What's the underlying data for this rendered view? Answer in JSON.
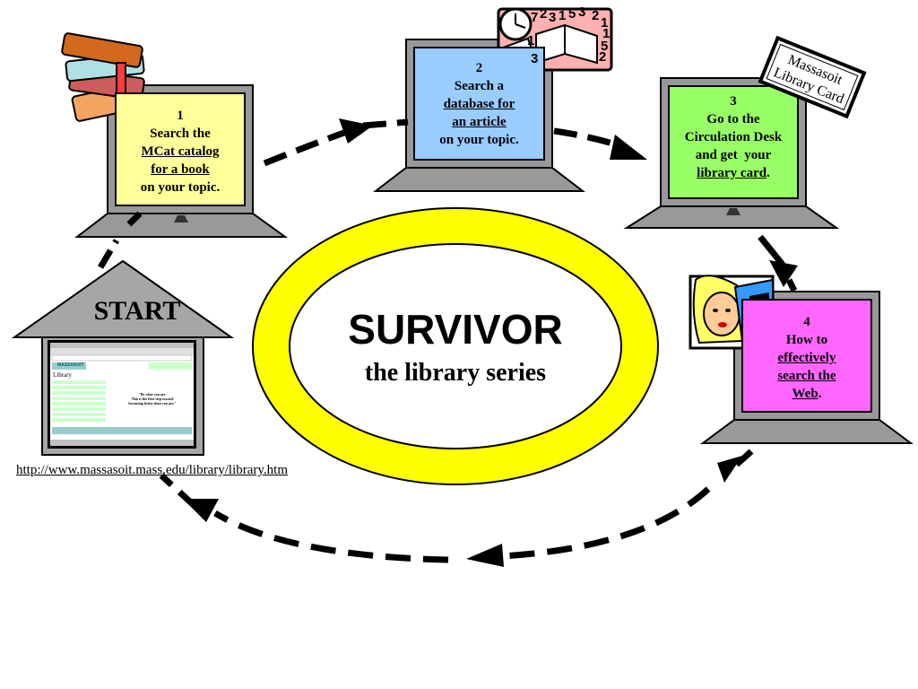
{
  "title": {
    "main": "SURVIVOR",
    "sub": "the library series"
  },
  "start": {
    "label": "START",
    "url": "http://www.massasoit.mass.edu/library/library.htm"
  },
  "steps": [
    {
      "number": "1",
      "line1": "Search the",
      "link1": "MCat catalog",
      "link2": "for a book",
      "line2": "on your topic."
    },
    {
      "number": "2",
      "line1": "Search a",
      "link1": "database for",
      "link2": "an article",
      "line2": "on your topic."
    },
    {
      "number": "3",
      "line1": "Go to the",
      "line2": "Circulation Desk",
      "line3": "and get  your",
      "link1": "library card",
      "suffix": "."
    },
    {
      "number": "4",
      "line1": "How to",
      "link1": "effectively",
      "link2": "search the",
      "link3": "Web",
      "suffix": "."
    }
  ],
  "card": {
    "line1": "Massasoit",
    "line2": "Library Card"
  },
  "browser": {
    "logo": "MASSASOIT",
    "heading": "Library",
    "quote1": "\"Be what you are.",
    "quote2": "This is the first step toward",
    "quote3": "becoming better than you are.\""
  },
  "clock_digits": [
    "7",
    "2",
    "3",
    "1",
    "5",
    "3",
    "2",
    "1",
    "1",
    "5",
    "2",
    "1",
    "3"
  ],
  "colors": {
    "step1": "#ffff99",
    "step2": "#99ccff",
    "step3": "#99ff66",
    "step4": "#ff66ff",
    "ring": "#ffff00",
    "monitor_frame": "#999999",
    "house": "#a6a6a6"
  }
}
